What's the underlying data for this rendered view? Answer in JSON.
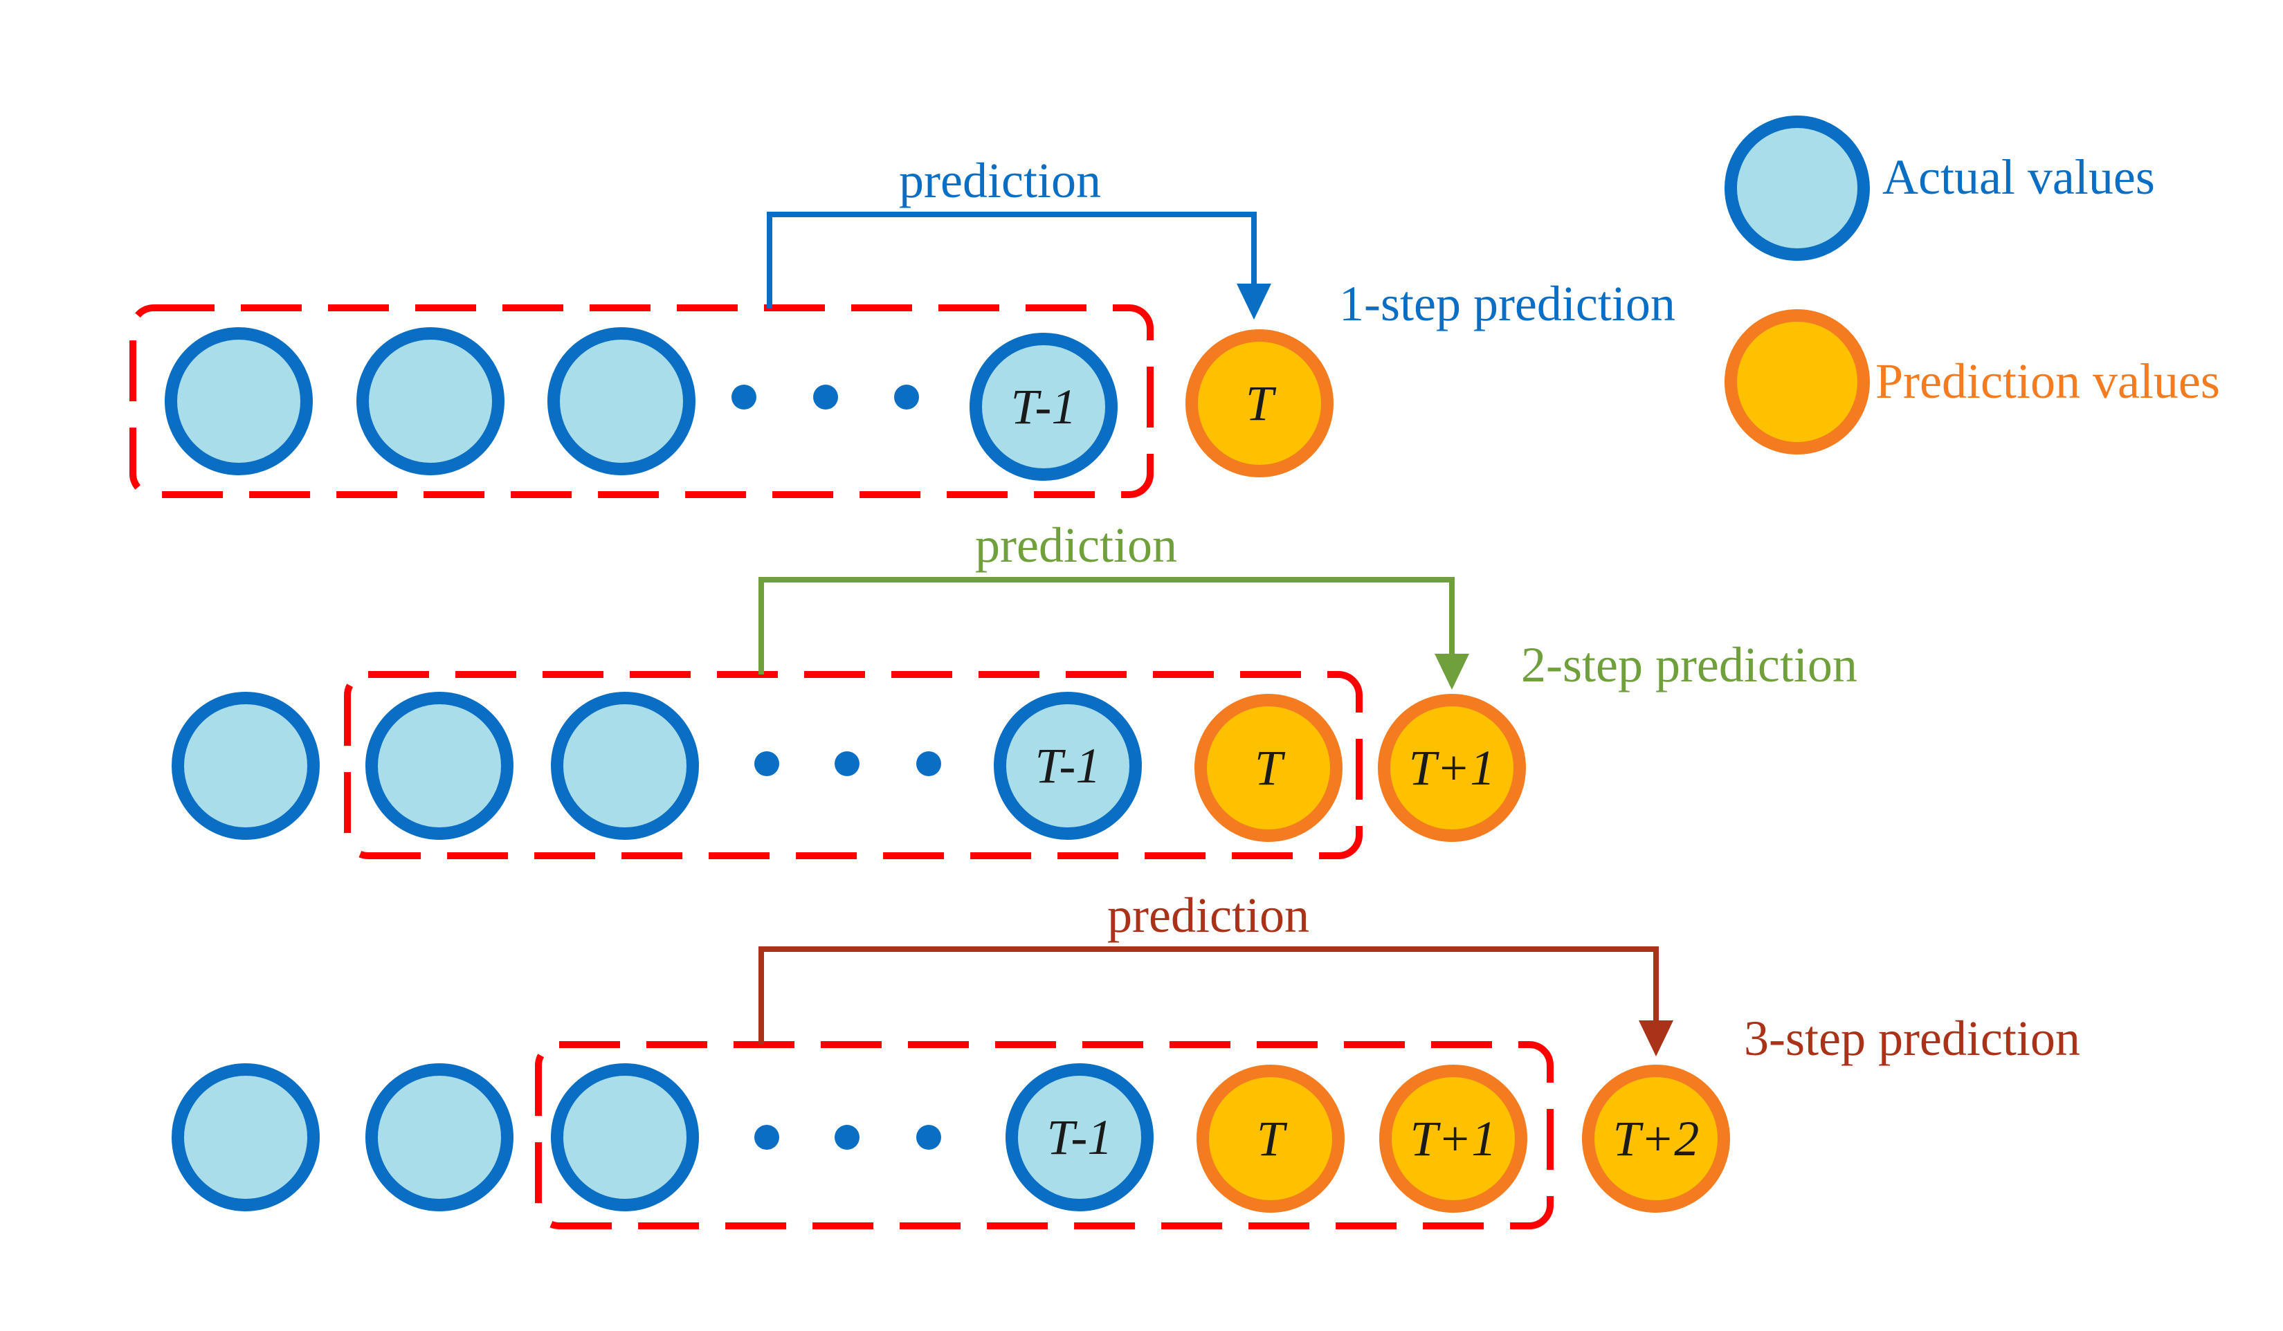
{
  "colors": {
    "actual_fill": "#a9dde9",
    "actual_stroke": "#0a6fc4",
    "prediction_fill": "#ffc000",
    "prediction_stroke": "#f47b20",
    "window_dash": "#ff0000",
    "dots": "#0a6fc4",
    "row1_accent": "#0a6fc4",
    "row2_accent": "#70a03c",
    "row3_accent": "#a93219"
  },
  "legend": {
    "actual_label": "Actual values",
    "prediction_label": "Prediction values"
  },
  "rows": [
    {
      "step_label": "1-step prediction",
      "arrow_label": "prediction",
      "nodes": [
        {
          "kind": "actual",
          "label": ""
        },
        {
          "kind": "actual",
          "label": ""
        },
        {
          "kind": "actual",
          "label": ""
        },
        {
          "kind": "dots",
          "label": ""
        },
        {
          "kind": "actual",
          "label": "T-1"
        },
        {
          "kind": "prediction",
          "label": "T"
        }
      ]
    },
    {
      "step_label": "2-step prediction",
      "arrow_label": "prediction",
      "nodes": [
        {
          "kind": "actual",
          "label": ""
        },
        {
          "kind": "actual",
          "label": ""
        },
        {
          "kind": "actual",
          "label": ""
        },
        {
          "kind": "dots",
          "label": ""
        },
        {
          "kind": "actual",
          "label": "T-1"
        },
        {
          "kind": "prediction",
          "label": "T"
        },
        {
          "kind": "prediction",
          "label": "T+1"
        }
      ]
    },
    {
      "step_label": "3-step prediction",
      "arrow_label": "prediction",
      "nodes": [
        {
          "kind": "actual",
          "label": ""
        },
        {
          "kind": "actual",
          "label": ""
        },
        {
          "kind": "actual",
          "label": ""
        },
        {
          "kind": "dots",
          "label": ""
        },
        {
          "kind": "actual",
          "label": "T-1"
        },
        {
          "kind": "prediction",
          "label": "T"
        },
        {
          "kind": "prediction",
          "label": "T+1"
        },
        {
          "kind": "prediction",
          "label": "T+2"
        }
      ]
    }
  ]
}
